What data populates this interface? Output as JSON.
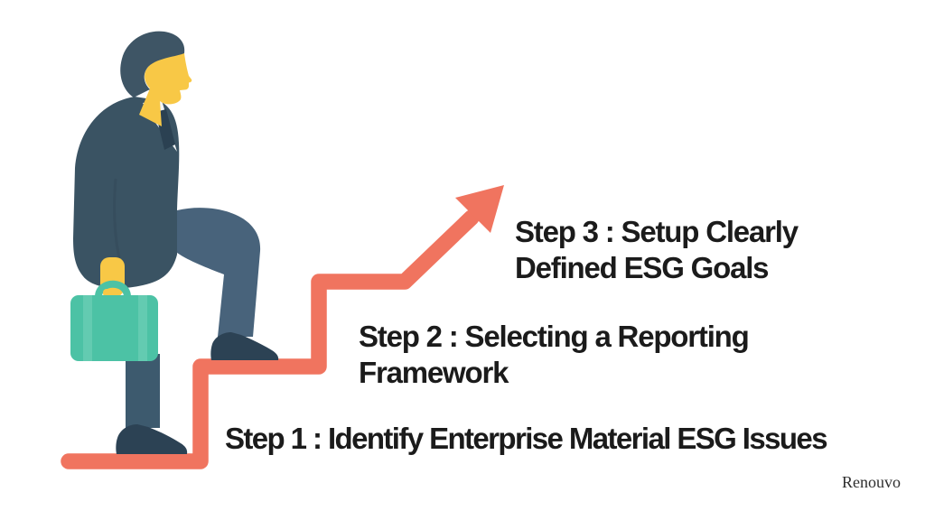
{
  "steps": [
    {
      "lines": [
        "Step 1 : Identify Enterprise Material ESG Issues"
      ]
    },
    {
      "lines": [
        "Step 2 : Selecting a Reporting",
        "Framework"
      ]
    },
    {
      "lines": [
        "Step 3 : Setup Clearly",
        "Defined ESG Goals"
      ]
    }
  ],
  "watermark": {
    "text": "Renouvo"
  },
  "icons": {
    "man": "businessman-climbing-stairs-icon",
    "arrow": "ascending-staircase-arrow-icon"
  },
  "colors": {
    "background": "#FFFFFF",
    "arrow": "#F0745F",
    "suit": "#3A5363",
    "suitDark": "#33495A",
    "pants": "#48637B",
    "pantsDark": "#3D5A6E",
    "shoe": "#2C4254",
    "skin": "#F8C846",
    "hair": "#3E5565",
    "shirt": "#F2F5F6",
    "tie": "#2B4152",
    "case": "#4CC2A5",
    "caseLight": "#63CBB1",
    "text": "#1B1B1B",
    "watermark": "#2E2E2E"
  }
}
